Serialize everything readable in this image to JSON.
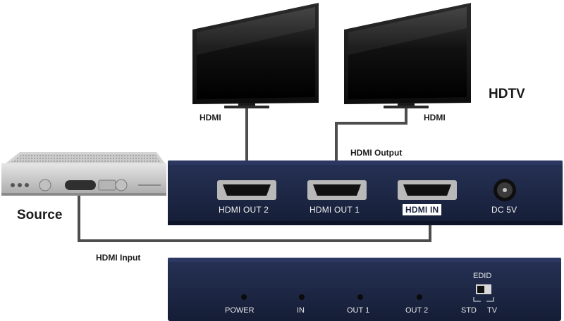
{
  "labels": {
    "hdmi_left": "HDMI",
    "hdmi_right": "HDMI",
    "hdtv": "HDTV",
    "hdmi_output": "HDMI Output",
    "source": "Source",
    "hdmi_input": "HDMI Input"
  },
  "splitter_front": {
    "ports": [
      "HDMI OUT 2",
      "HDMI OUT 1",
      "HDMI IN",
      "DC 5V"
    ]
  },
  "splitter_back": {
    "leds": [
      "POWER",
      "IN",
      "OUT 1",
      "OUT 2"
    ],
    "edid_title": "EDID",
    "edid_std": "STD",
    "edid_tv": "TV"
  },
  "colors": {
    "device_body": "#1f2a4a",
    "cable": "#555555",
    "panel_label": "#f2f2f2"
  }
}
